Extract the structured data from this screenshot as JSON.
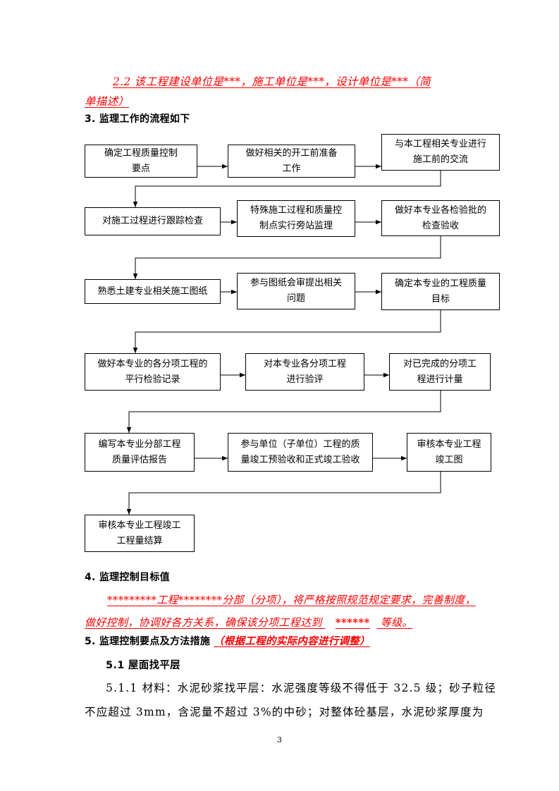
{
  "section_2_2": {
    "line1": "2.2 该工程建设单位是***，施工单位是***，设计单位是***（简",
    "line2": "单描述）"
  },
  "section_3_heading": "3. 监理工作的流程如下",
  "flowchart": {
    "row1": [
      "确定工程质量控制\n要点",
      "做好相关的开工前准备\n工作",
      "与本工程相关专业进行\n施工前的交流"
    ],
    "row2": [
      "对施工过程进行跟踪检查",
      "特殊施工过程和质量控\n制点实行旁站监理",
      "做好本专业各检验批的\n检查验收"
    ],
    "row3": [
      "熟悉土建专业相关施工图纸",
      "参与图纸会审提出相关\n问题",
      "确定本专业的工程质量\n目标"
    ],
    "row4": [
      "做好本专业的各分项工程的\n平行检验记录",
      "对本专业各分项工程\n进行验评",
      "对已完成的分项工\n程进行计量"
    ],
    "row5": [
      "编写本专业分部工程\n质量评估报告",
      "参与单位（子单位）工程的质\n量竣工预验收和正式竣工验收",
      "审核本专业工程\n竣工图"
    ],
    "row6": [
      "审核本专业工程竣工\n工程量结算"
    ]
  },
  "section_4": {
    "heading": "4.  监理控制目标值",
    "line1": "*********工程********分部（分项），将严格按照规范规定要求，完善制度，",
    "line2_a": "做好控制，协调好各方关系，确保该分项工程达到",
    "line2_stars": "******",
    "line2_b": "等级。"
  },
  "section_5": {
    "heading": "5.  监理控制要点及方法措施",
    "heading_note": "（根据工程的实际内容进行调整）",
    "sub_heading": "5.1 屋面找平层",
    "para_line1": "5.1.1 材料：水泥砂浆找平层：水泥强度等级不得低于 32.5 级；砂子粒径",
    "para_line2": "不应超过 3mm，含泥量不超过 3%的中砂；对整体砼基层，水泥砂浆厚度为"
  },
  "page_number": "3"
}
